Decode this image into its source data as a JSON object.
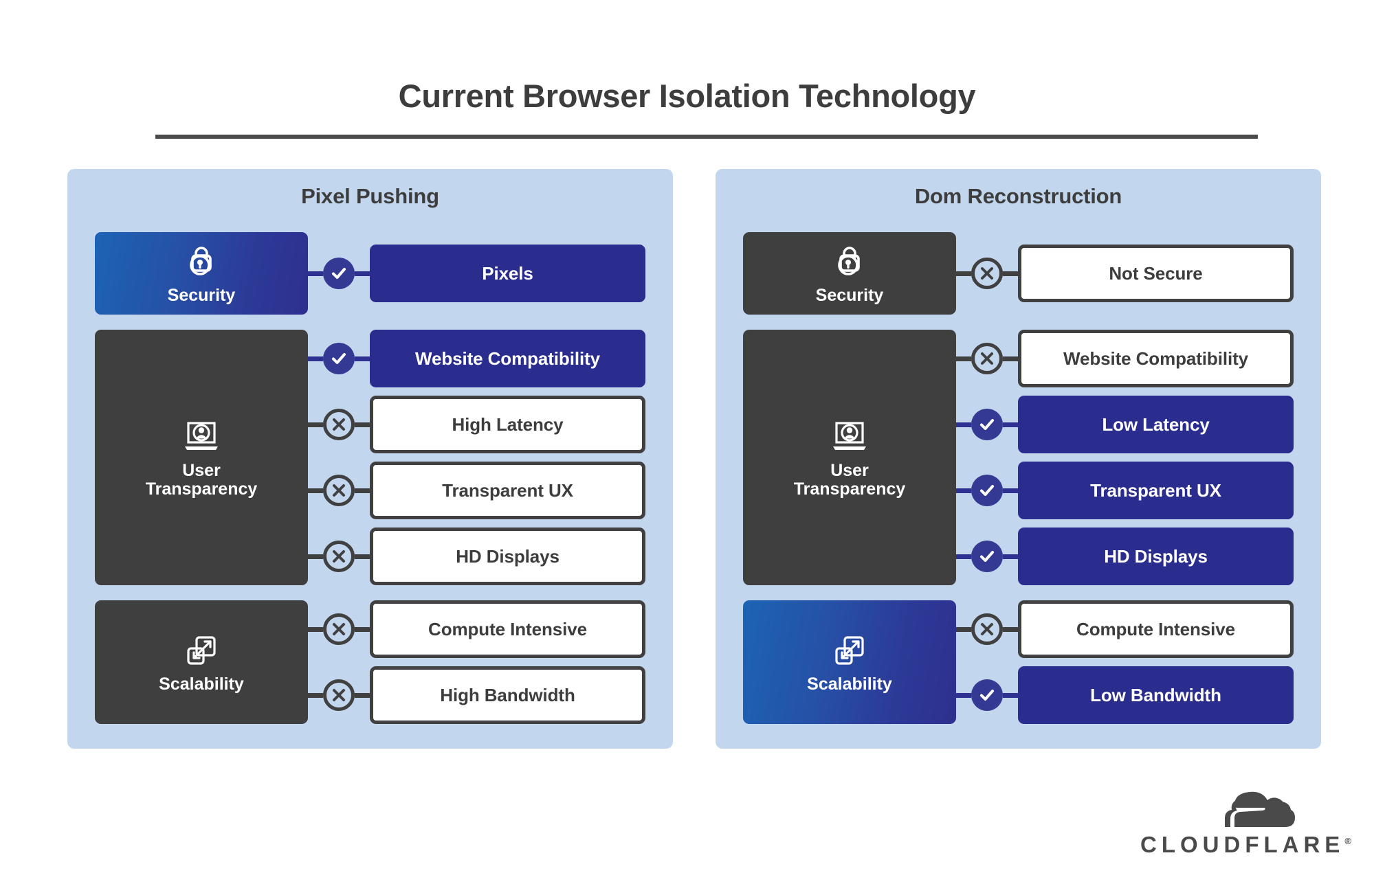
{
  "title": "Current Browser Isolation Technology",
  "colors": {
    "panel_bg": "#c2d6ee",
    "card_dark": "#3f3f3f",
    "pill_blue": "#2b2d8e",
    "badge_ok": "#343a94",
    "badge_bad_border": "#404040",
    "gradient_start": "#1c63b4",
    "gradient_end": "#2e2f8f",
    "title_text": "#3d3d3d",
    "logo": "#4a4a4a"
  },
  "logo": {
    "word": "CLOUDFLARE",
    "trademark": "®",
    "icon": "cloudflare-cloud-icon"
  },
  "panels": [
    {
      "name": "pixel-pushing",
      "title": "Pixel Pushing",
      "groups": [
        {
          "name": "security",
          "label": "Security",
          "icon": "lock-icon",
          "card_style": "grad",
          "attrs": [
            {
              "label": "Pixels",
              "status": "ok",
              "pill_style": "blue"
            }
          ]
        },
        {
          "name": "user-transparency",
          "label": "User\nTransparency",
          "icon": "laptop-user-icon",
          "card_style": "dark",
          "attrs": [
            {
              "label": "Website Compatibility",
              "status": "ok",
              "pill_style": "blue"
            },
            {
              "label": "High Latency",
              "status": "bad",
              "pill_style": "white"
            },
            {
              "label": "Transparent UX",
              "status": "bad",
              "pill_style": "white"
            },
            {
              "label": "HD Displays",
              "status": "bad",
              "pill_style": "white"
            }
          ]
        },
        {
          "name": "scalability",
          "label": "Scalability",
          "icon": "resize-icon",
          "card_style": "dark",
          "attrs": [
            {
              "label": "Compute Intensive",
              "status": "bad",
              "pill_style": "white"
            },
            {
              "label": "High Bandwidth",
              "status": "bad",
              "pill_style": "white"
            }
          ]
        }
      ]
    },
    {
      "name": "dom-reconstruction",
      "title": "Dom Reconstruction",
      "groups": [
        {
          "name": "security",
          "label": "Security",
          "icon": "lock-icon",
          "card_style": "dark",
          "attrs": [
            {
              "label": "Not Secure",
              "status": "bad",
              "pill_style": "white"
            }
          ]
        },
        {
          "name": "user-transparency",
          "label": "User\nTransparency",
          "icon": "laptop-user-icon",
          "card_style": "dark",
          "attrs": [
            {
              "label": "Website Compatibility",
              "status": "bad",
              "pill_style": "white"
            },
            {
              "label": "Low Latency",
              "status": "ok",
              "pill_style": "blue"
            },
            {
              "label": "Transparent UX",
              "status": "ok",
              "pill_style": "blue"
            },
            {
              "label": "HD Displays",
              "status": "ok",
              "pill_style": "blue"
            }
          ]
        },
        {
          "name": "scalability",
          "label": "Scalability",
          "icon": "resize-icon",
          "card_style": "grad",
          "attrs": [
            {
              "label": "Compute Intensive",
              "status": "bad",
              "pill_style": "white"
            },
            {
              "label": "Low Bandwidth",
              "status": "ok",
              "pill_style": "blue"
            }
          ]
        }
      ]
    }
  ]
}
